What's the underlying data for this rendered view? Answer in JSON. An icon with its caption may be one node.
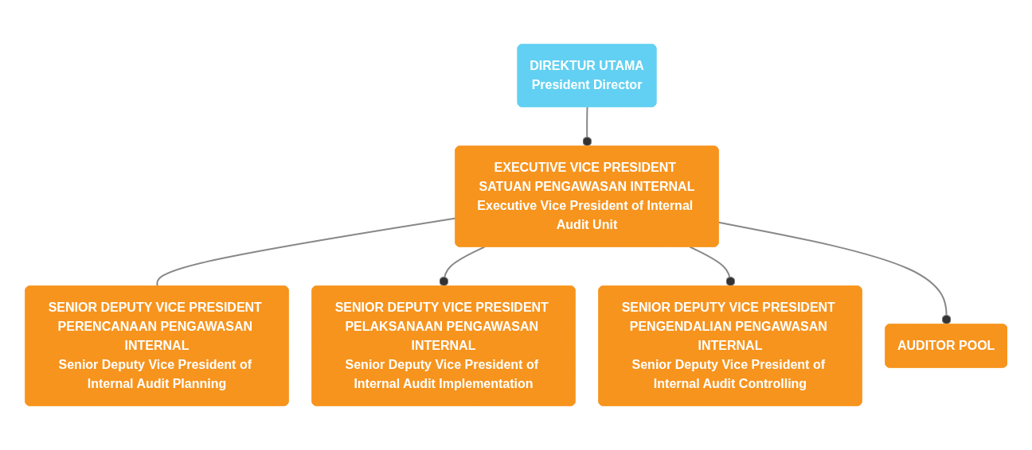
{
  "diagram": {
    "nodes": [
      {
        "text": [
          "DIREKTUR UTAMA",
          "President Director"
        ]
      },
      {
        "text": [
          "EXECUTIVE VICE PRESIDENT SATUAN PENGAWASAN INTERNAL",
          "Executive Vice President of Internal Audit Unit"
        ]
      },
      {
        "text": [
          "SENIOR DEPUTY VICE PRESIDENT PERENCANAAN PENGAWASAN INTERNAL",
          "Senior Deputy Vice President of Internal Audit Planning"
        ]
      },
      {
        "text": [
          "SENIOR DEPUTY VICE PRESIDENT PELAKSANAAN PENGAWASAN INTERNAL",
          "Senior Deputy Vice President of Internal Audit Implementation"
        ]
      },
      {
        "text": [
          "SENIOR DEPUTY VICE PRESIDENT PENGENDALIAN PENGAWASAN INTERNAL",
          "Senior Deputy Vice President of Internal Audit Controlling"
        ]
      },
      {
        "text": [
          "AUDITOR POOL"
        ]
      }
    ],
    "edges": [
      {
        "from": 0,
        "to": 1,
        "arrow": "other"
      },
      {
        "from": 1,
        "to": 2,
        "arrow": "none"
      },
      {
        "from": 1,
        "to": 3,
        "arrow": "other"
      },
      {
        "from": 1,
        "to": 4,
        "arrow": "other"
      },
      {
        "from": 1,
        "to": 5,
        "arrow": "other"
      }
    ]
  }
}
